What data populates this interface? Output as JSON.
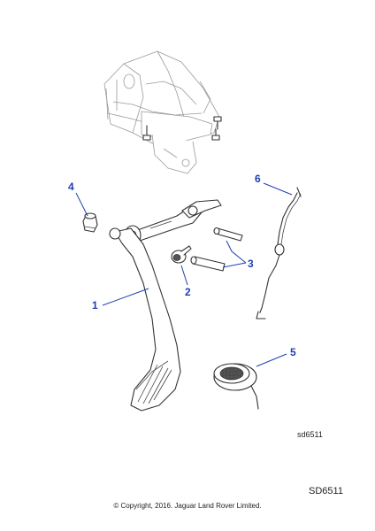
{
  "callouts": {
    "c1": "1",
    "c2": "2",
    "c3": "3",
    "c4": "4",
    "c5": "5",
    "c6": "6"
  },
  "figure_ref": "sd6511",
  "diagram_code": "SD6511",
  "copyright": "© Copyright, 2016. Jaguar Land Rover Limited.",
  "colors": {
    "callout": "#1f3fb3",
    "line": "#333333",
    "background_structure": "#9a9a9a"
  }
}
